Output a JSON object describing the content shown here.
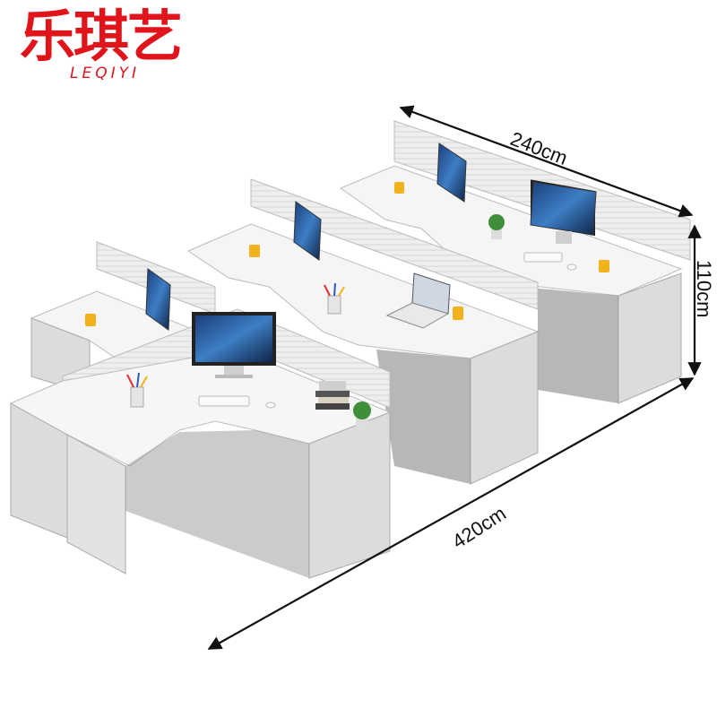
{
  "brand": {
    "name_cn": "乐琪艺",
    "name_en": "LEQIYI",
    "color": "#e0141b"
  },
  "dimensions": {
    "width_label": "240cm",
    "height_label": "110cm",
    "length_label": "420cm"
  },
  "product": {
    "workstations": 6,
    "panel_color": "#e7e7e7",
    "desk_top_color": "#f4f4f4",
    "leg_color": "#d8d8d8",
    "frame_color": "#6c6c6c"
  }
}
